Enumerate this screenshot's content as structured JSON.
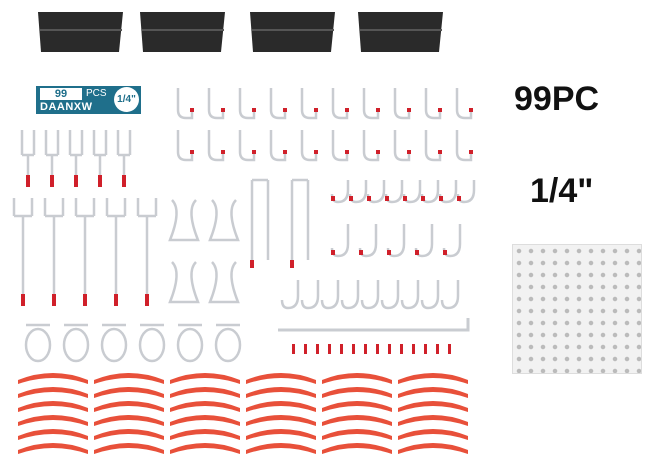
{
  "product": {
    "headline_count": "99PC",
    "headline_size": "1/4\""
  },
  "badge": {
    "count": "99",
    "unit": "PCS",
    "brand": "DAANXW",
    "size": "1/4\""
  },
  "colors": {
    "bin": "#2a2a2a",
    "hook": "#c9ccd1",
    "tip": "#d0202a",
    "clip": "#e8503a",
    "badge": "#1f6f8b"
  }
}
